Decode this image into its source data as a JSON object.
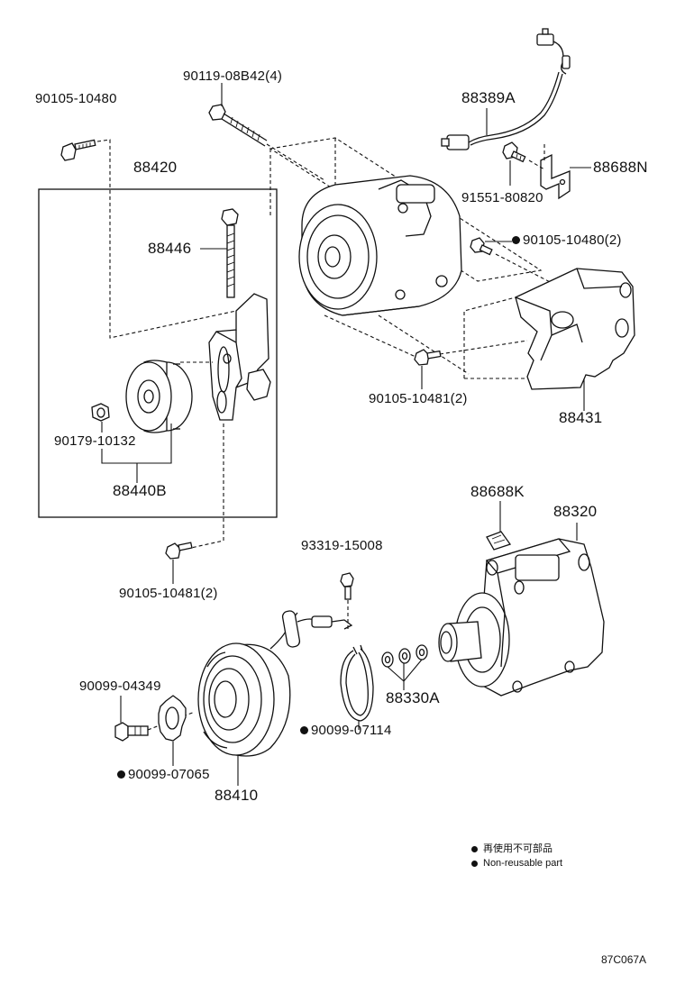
{
  "parts": [
    {
      "id": "p90105_10480",
      "label": "90105-10480",
      "non_reusable": false
    },
    {
      "id": "p90119_08B42",
      "label": "90119-08B42(4)",
      "non_reusable": false
    },
    {
      "id": "p88389A",
      "label": "88389A",
      "non_reusable": false
    },
    {
      "id": "p88420",
      "label": "88420",
      "non_reusable": false
    },
    {
      "id": "p88688N",
      "label": "88688N",
      "non_reusable": false
    },
    {
      "id": "p91551_80820",
      "label": "91551-80820",
      "non_reusable": false
    },
    {
      "id": "p88446",
      "label": "88446",
      "non_reusable": false
    },
    {
      "id": "p90105_10480_2",
      "label": "90105-10480(2)",
      "non_reusable": true
    },
    {
      "id": "p90105_10481_2_upper",
      "label": "90105-10481(2)",
      "non_reusable": false
    },
    {
      "id": "p88431",
      "label": "88431",
      "non_reusable": false
    },
    {
      "id": "p90179_10132",
      "label": "90179-10132",
      "non_reusable": false
    },
    {
      "id": "p88440B",
      "label": "88440B",
      "non_reusable": false
    },
    {
      "id": "p88688K",
      "label": "88688K",
      "non_reusable": false
    },
    {
      "id": "p88320",
      "label": "88320",
      "non_reusable": false
    },
    {
      "id": "p93319_15008",
      "label": "93319-15008",
      "non_reusable": false
    },
    {
      "id": "p90105_10481_2_lower",
      "label": "90105-10481(2)",
      "non_reusable": false
    },
    {
      "id": "p90099_04349",
      "label": "90099-04349",
      "non_reusable": false
    },
    {
      "id": "p88330A",
      "label": "88330A",
      "non_reusable": false
    },
    {
      "id": "p90099_07114",
      "label": "90099-07114",
      "non_reusable": true
    },
    {
      "id": "p90099_07065",
      "label": "90099-07065",
      "non_reusable": true
    },
    {
      "id": "p88410",
      "label": "88410",
      "non_reusable": false
    }
  ],
  "legend": {
    "japanese": "再使用不可部品",
    "english": "Non-reusable part"
  },
  "diagram_code": "87C067A"
}
